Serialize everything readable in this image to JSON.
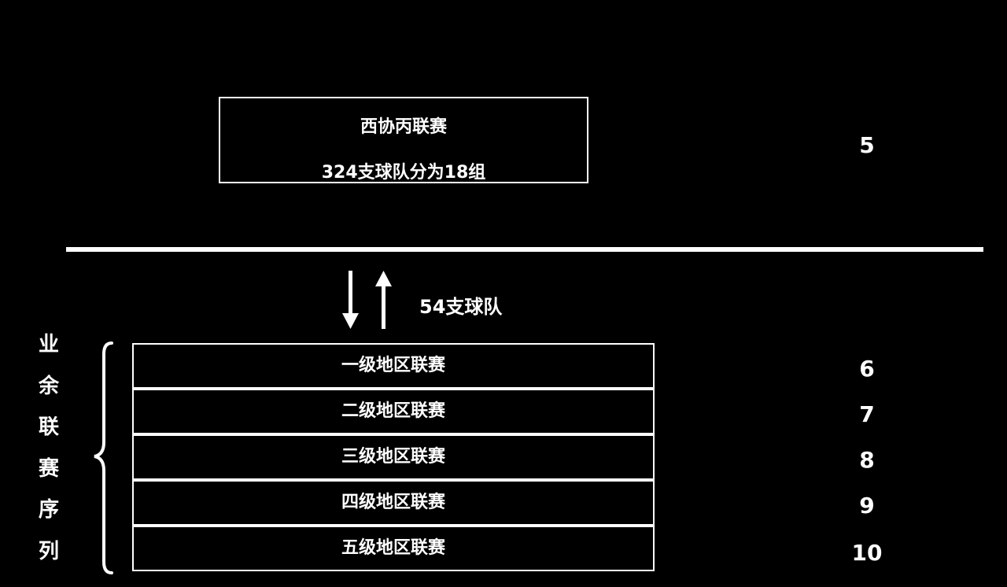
{
  "top_league": {
    "name": "西协丙联赛",
    "detail": "324支球队分为18组",
    "level": "5"
  },
  "exchange": {
    "label": "54支球队",
    "icons": [
      "arrow-down-icon",
      "arrow-up-icon"
    ]
  },
  "amateur_series": {
    "label_chars": [
      "业",
      "余",
      "联",
      "赛",
      "序",
      "列"
    ]
  },
  "tiers": [
    {
      "name": "一级地区联赛",
      "level": "6"
    },
    {
      "name": "二级地区联赛",
      "level": "7"
    },
    {
      "name": "三级地区联赛",
      "level": "8"
    },
    {
      "name": "四级地区联赛",
      "level": "9"
    },
    {
      "name": "五级地区联赛",
      "level": "10"
    }
  ],
  "colors": {
    "background": "#000000",
    "foreground": "#ffffff"
  }
}
